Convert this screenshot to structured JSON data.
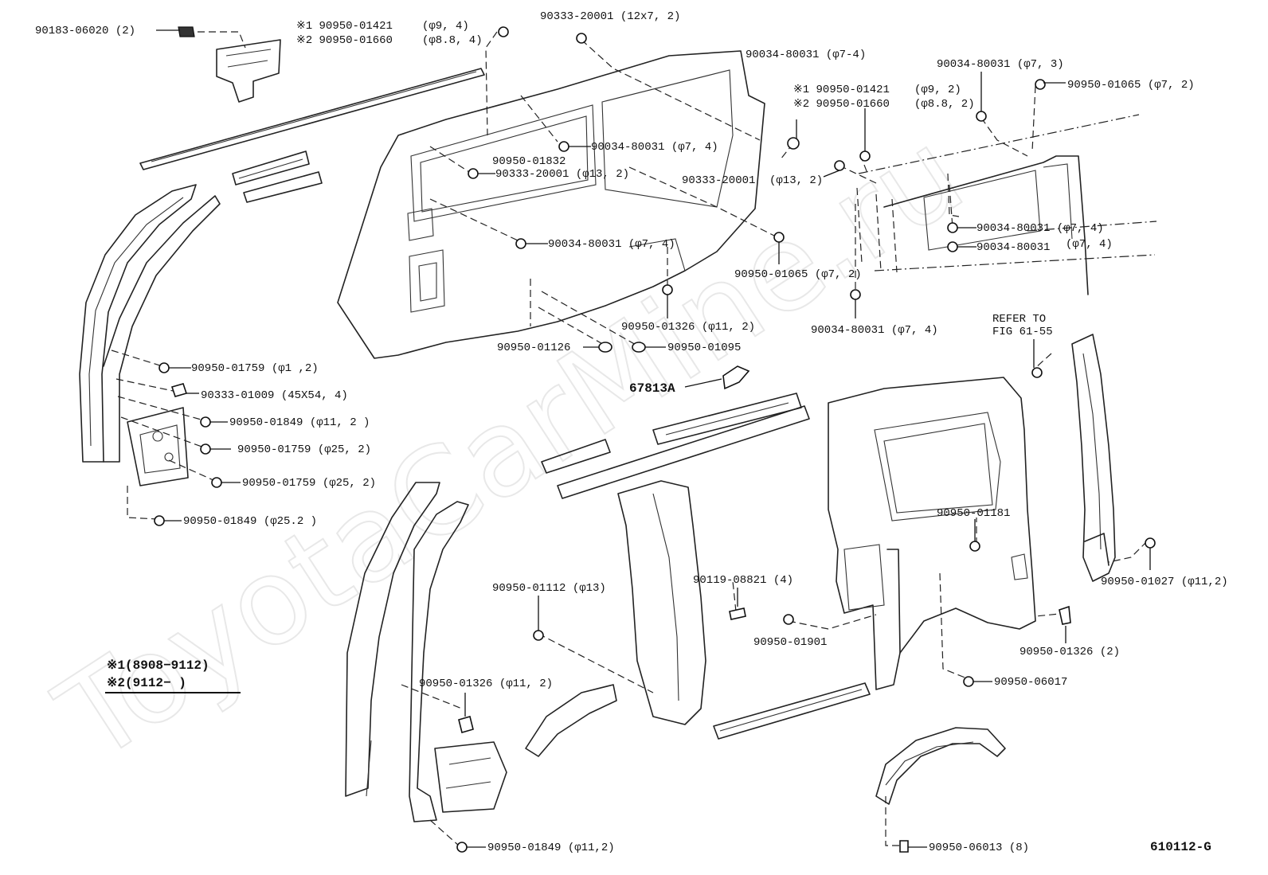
{
  "watermark": "ToyotaCarMine.ru",
  "figure_code": "610112-G",
  "legend": {
    "note1": "※1(8908−9112)",
    "note2": "※2(9112−      )"
  },
  "callouts": [
    "90183-06020 (2)",
    "※1 90950-01421",
    "(φ9, 4)",
    "※2 90950-01660",
    "(φ8.8, 4)",
    "90333-20001 (12x7, 2)",
    "90034-80031 (φ7-4)",
    "※1 90950-01421",
    "(φ9, 2)",
    "※2 90950-01660",
    "(φ8.8, 2)",
    "90034-80031 (φ7, 3)",
    "90950-01065 (φ7, 2)",
    "90950-01832",
    "90034-80031 (φ7, 4)",
    "90333-20001 (φ13, 2)",
    "90333-20001",
    "(φ13, 2)",
    "90034-80031 (φ7, 4)",
    "90034-80031",
    "(φ7, 4)",
    "90034-80031 (φ7, 4)",
    "90950-01065 (φ7, 2)",
    "90950-01326 (φ11, 2)",
    "90034-80031 (φ7, 4)",
    "REFER TO",
    "FIG 61-55",
    "90950-01126",
    "90950-01095",
    "90950-01759 (φ1 ,2)",
    "90333-01009 (45X54, 4)",
    "67813A",
    "90950-01849 (φ11, 2 )",
    "90950-01759 (φ25, 2)",
    "90950-01759 (φ25, 2)",
    "90950-01849 (φ25.2 )",
    "90950-01181",
    "90950-01112 (φ13)",
    "90119-08821 (4)",
    "90950-01027 (φ11,2)",
    "90950-01901",
    "90950-01326 (2)",
    "90950-06017",
    "90950-01326 (φ11, 2)",
    "90950-01849 (φ11,2)",
    "90950-06013 (8)"
  ]
}
